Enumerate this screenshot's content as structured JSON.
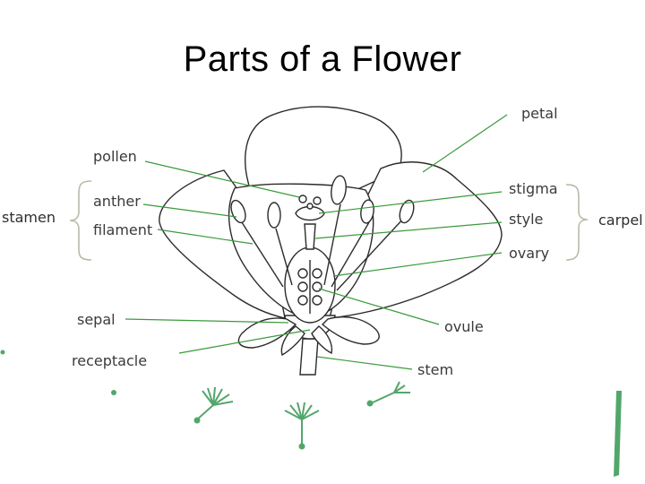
{
  "title": "Parts of a Flower",
  "labels": {
    "pollen": "pollen",
    "anther": "anther",
    "filament": "filament",
    "stamen": "stamen",
    "sepal": "sepal",
    "receptacle": "receptacle",
    "petal": "petal",
    "stigma": "stigma",
    "style": "style",
    "ovary": "ovary",
    "carpel": "carpel",
    "ovule": "ovule",
    "stem": "stem"
  },
  "colors": {
    "leader": "#3a9a3a",
    "brace": "#b9b9a6",
    "decoration": "#53a66a"
  }
}
